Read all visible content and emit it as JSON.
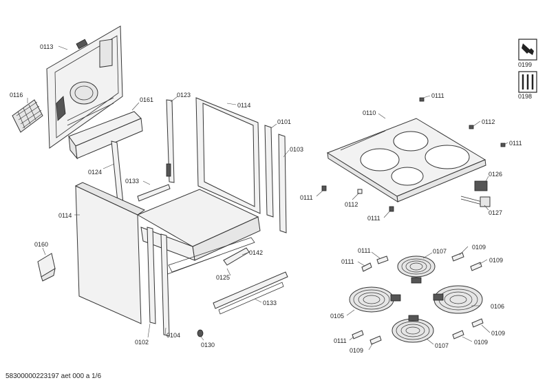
{
  "labels": {
    "l0113": "0113",
    "l0116": "0116",
    "l0161": "0161",
    "l0124": "0124",
    "l0133a": "0133",
    "l0123": "0123",
    "l0114a": "0114",
    "l0101": "0101",
    "l0103": "0103",
    "l0114b": "0114",
    "l0160": "0160",
    "l0142": "0142",
    "l0125": "0125",
    "l0133b": "0133",
    "l0102": "0102",
    "l0104": "0104",
    "l0130": "0130",
    "l0111a": "0111",
    "l0110": "0110",
    "l0112a": "0112",
    "l0111b": "0111",
    "l0126": "0126",
    "l0111c": "0111",
    "l0112b": "0112",
    "l0111d": "0111",
    "l0127": "0127",
    "l0111e": "0111",
    "l0107a": "0107",
    "l0109a": "0109",
    "l0111f": "0111",
    "l0109b": "0109",
    "l0106": "0106",
    "l0105": "0105",
    "l0111g": "0111",
    "l0109c": "0109",
    "l0107b": "0107",
    "l0109d": "0109",
    "l0109e": "0109",
    "l0199": "0199",
    "l0198": "0198"
  },
  "footer": "58300000223197 aet 000 a 1/6",
  "icons": {
    "service_tool": "wrench-icon",
    "service_kit": "screwdriver-set-icon"
  }
}
